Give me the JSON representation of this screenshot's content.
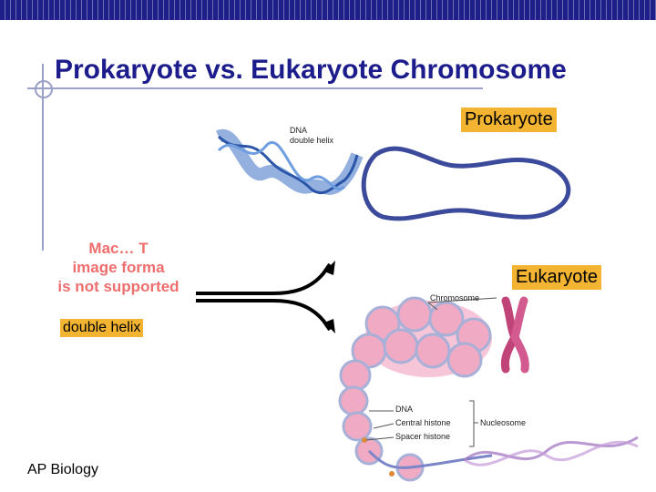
{
  "slide": {
    "title": "Prokaryote vs. Eukaryote Chromosome",
    "labels": {
      "prokaryote": "Prokaryote",
      "eukaryote": "Eukaryote",
      "double_helix": "double helix"
    },
    "footer": "AP Biology",
    "placeholder_lines": [
      "Mac… T",
      "image forma",
      "is not supported"
    ],
    "figure_labels": {
      "dna_double_helix": [
        "DNA",
        "double helix"
      ],
      "chromosome": "Chromosome",
      "dna": "DNA",
      "central_histone": "Central histone",
      "spacer_histone": "Spacer histone",
      "nucleosome": "Nucleosome"
    }
  }
}
